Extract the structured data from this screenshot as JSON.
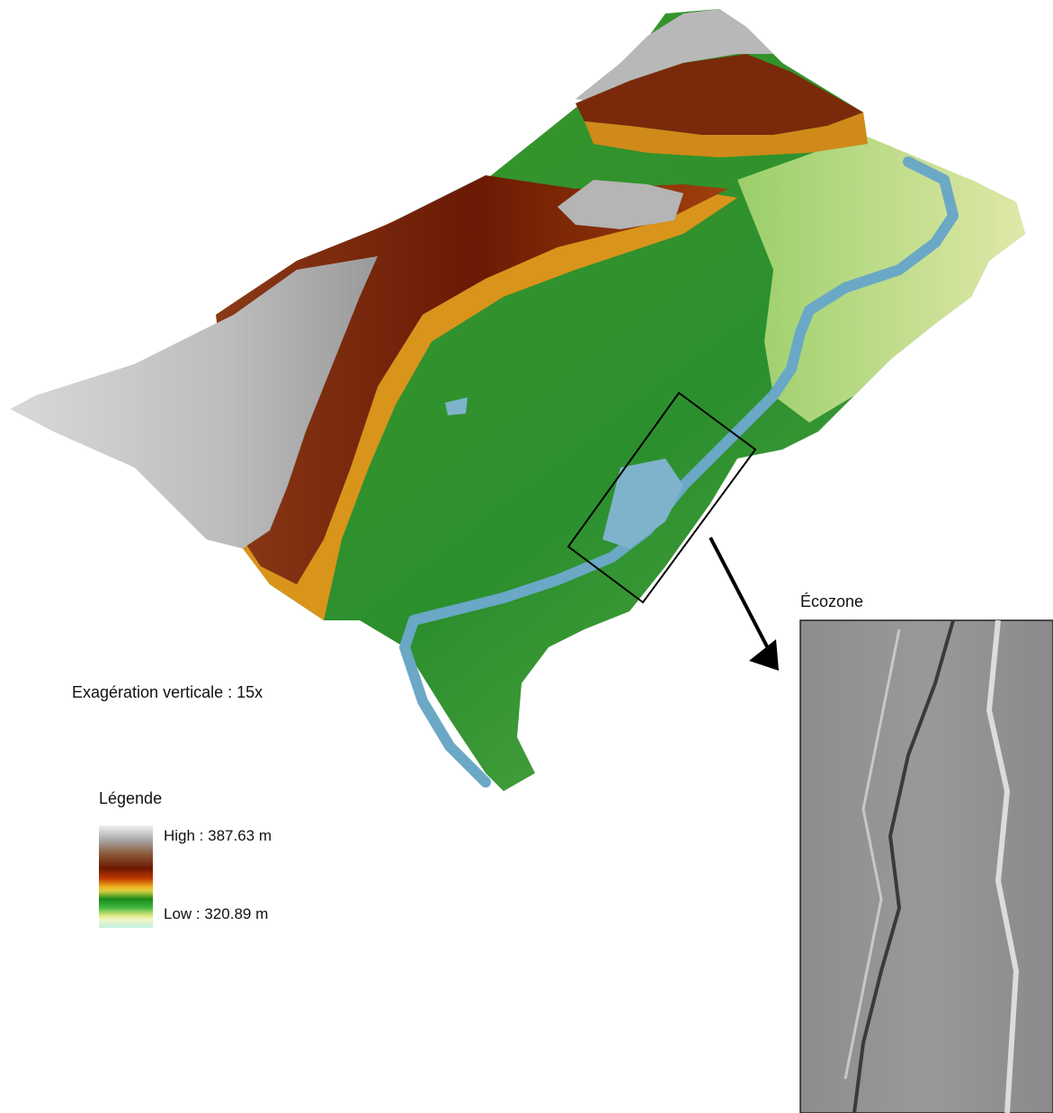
{
  "labels": {
    "vertical_exaggeration": "Exagération verticale : 15x",
    "legend_title": "Légende",
    "legend_high": "High : 387.63 m",
    "legend_low": "Low : 320.89 m",
    "inset_title": "Écozone"
  },
  "colors": {
    "water": "#6aa8c6",
    "high_gray": "#c8c8c8",
    "brown": "#7a2a0a",
    "orange": "#d9861a",
    "green": "#2f9a30",
    "light_green": "#d9e6a0",
    "inset_gray": "#8f8f8f"
  }
}
